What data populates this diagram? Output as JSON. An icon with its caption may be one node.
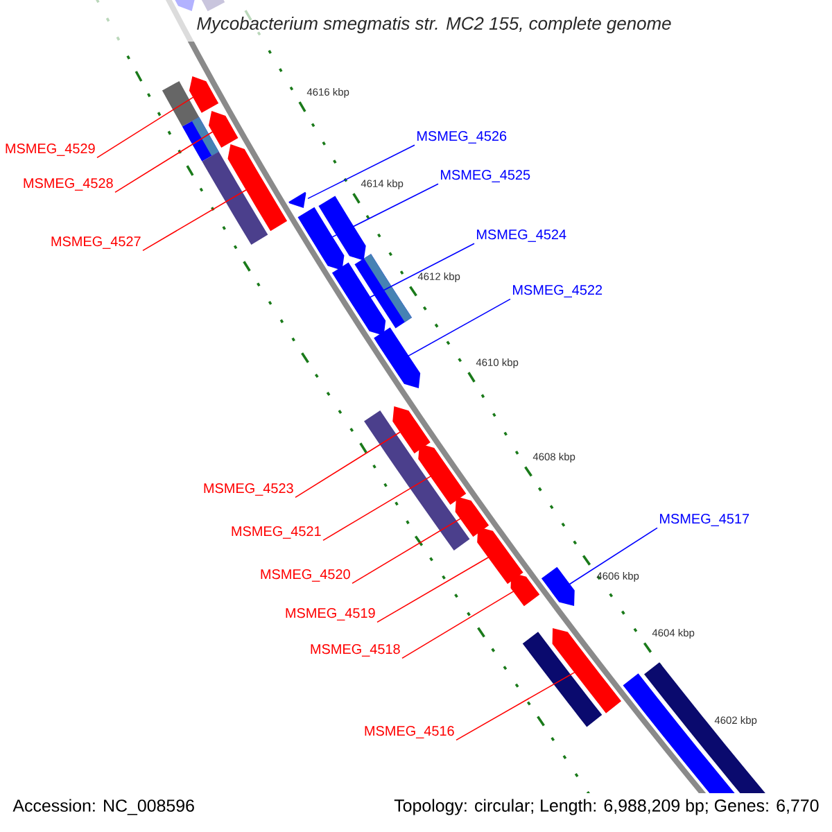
{
  "diagram": {
    "title": "Mycobacterium smegmatis str. MC2 155, complete genome",
    "nodes": [
      {
        "text": [
          "MSMEG_4529"
        ]
      },
      {
        "text": [
          "MSMEG_4528"
        ]
      },
      {
        "text": [
          "MSMEG_4527"
        ]
      },
      {
        "text": [
          "MSMEG_4526"
        ]
      },
      {
        "text": [
          "MSMEG_4525"
        ]
      },
      {
        "text": [
          "MSMEG_4524"
        ]
      },
      {
        "text": [
          "MSMEG_4522"
        ]
      },
      {
        "text": [
          "MSMEG_4523"
        ]
      },
      {
        "text": [
          "MSMEG_4521"
        ]
      },
      {
        "text": [
          "MSMEG_4520"
        ]
      },
      {
        "text": [
          "MSMEG_4517"
        ]
      },
      {
        "text": [
          "MSMEG_4519"
        ]
      },
      {
        "text": [
          "MSMEG_4518"
        ]
      },
      {
        "text": [
          "MSMEG_4516"
        ]
      },
      {
        "text": [],
        "shape": "arrow"
      },
      {
        "text": [],
        "shape": "bar"
      },
      {
        "text": [],
        "shape": "arrow"
      },
      {
        "text": [],
        "shape": "bar"
      },
      {
        "text": [],
        "shape": "arrow"
      },
      {
        "text": [],
        "shape": "bar"
      },
      {
        "text": [],
        "shape": "arrow"
      },
      {
        "text": [],
        "shape": "bar"
      },
      {
        "text": [],
        "shape": "arrow"
      },
      {
        "text": [],
        "shape": "arrow"
      },
      {
        "text": [],
        "shape": "arrow"
      },
      {
        "text": [],
        "shape": "bar"
      },
      {
        "text": [],
        "shape": "arrow"
      },
      {
        "text": [],
        "shape": "arrow"
      },
      {
        "text": [],
        "shape": "arrow"
      },
      {
        "text": [],
        "shape": "bar"
      },
      {
        "text": [],
        "shape": "arrow"
      },
      {
        "text": [],
        "shape": "arrow"
      },
      {
        "text": [],
        "shape": "arrow"
      },
      {
        "text": [],
        "shape": "arrow"
      },
      {
        "text": [],
        "shape": "arrow"
      },
      {
        "text": [],
        "shape": "arrow"
      },
      {
        "text": [],
        "shape": "bar"
      },
      {
        "text": [],
        "shape": "bar"
      },
      {
        "text": [],
        "shape": "arrow"
      }
    ],
    "edges": [
      {
        "from": 0,
        "to": 16,
        "arrow": "none"
      },
      {
        "from": 1,
        "to": 18,
        "arrow": "none"
      },
      {
        "from": 2,
        "to": 20,
        "arrow": "none"
      },
      {
        "from": 3,
        "to": 22,
        "arrow": "none",
        "color": "#0000ff"
      },
      {
        "from": 4,
        "to": 24,
        "arrow": "none",
        "color": "#0000ff"
      },
      {
        "from": 5,
        "to": 26,
        "arrow": "none",
        "color": "#0000ff"
      },
      {
        "from": 6,
        "to": 27,
        "arrow": "none",
        "color": "#0000ff"
      },
      {
        "from": 7,
        "to": 28,
        "arrow": "none"
      },
      {
        "from": 8,
        "to": 30,
        "arrow": "none"
      },
      {
        "from": 9,
        "to": 31,
        "arrow": "none"
      },
      {
        "from": 10,
        "to": 34,
        "arrow": "none",
        "color": "#0000ff"
      },
      {
        "from": 11,
        "to": 32,
        "arrow": "none"
      },
      {
        "from": 12,
        "to": 33,
        "arrow": "none"
      },
      {
        "from": 13,
        "to": 35,
        "arrow": "none"
      }
    ],
    "labels": [
      "4616 kbp",
      "4614 kbp",
      "4612 kbp",
      "4610 kbp",
      "4608 kbp",
      "4606 kbp",
      "4604 kbp",
      "4602 kbp",
      "Accession: NC_008596",
      "Topology: circular; Length: 6,988,209 bp; Genes: 6,770"
    ]
  }
}
